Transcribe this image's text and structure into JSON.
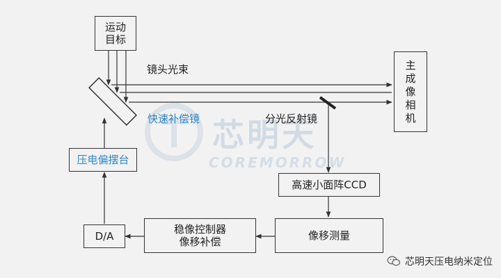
{
  "boxes": {
    "moving_target": [
      "运动",
      "目标"
    ],
    "main_camera": [
      "主",
      "成",
      "像",
      "相",
      "机"
    ],
    "piezo_stage": "压电偏摆台",
    "ccd": "高速小面阵CCD",
    "motion_measure": "像移测量",
    "controller": [
      "稳像控制器",
      "像移补偿"
    ],
    "da": "D/A"
  },
  "labels": {
    "lens_beam": "镜头光束",
    "fast_mirror": "快速补偿镜",
    "splitter": "分光反射镜"
  },
  "watermark": {
    "cn": "芯明天",
    "en": "COREMORROW"
  },
  "footer": "芯明天压电纳米定位",
  "colors": {
    "background": "#f2f2f2",
    "line": "#333333",
    "accent_blue": "#2f86c6"
  }
}
